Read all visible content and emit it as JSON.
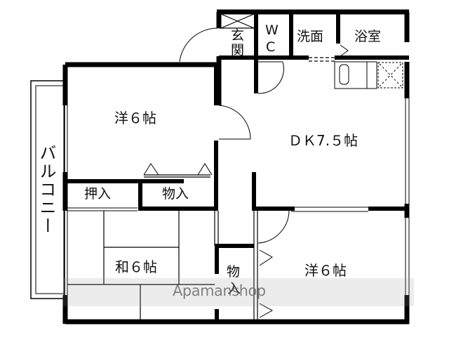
{
  "floor_plan": {
    "rooms": [
      {
        "id": "genkan",
        "label": "玄関"
      },
      {
        "id": "wc",
        "label": "WC"
      },
      {
        "id": "senmen",
        "label": "洗面"
      },
      {
        "id": "yokushitsu",
        "label": "浴室"
      },
      {
        "id": "yo6_top",
        "label": "洋６帖"
      },
      {
        "id": "dk",
        "label": "ＤＫ7.５帖"
      },
      {
        "id": "oshiire",
        "label": "押入"
      },
      {
        "id": "monoire_top",
        "label": "物入"
      },
      {
        "id": "wa6",
        "label": "和６帖"
      },
      {
        "id": "monoire_small",
        "label": "物入"
      },
      {
        "id": "yo6_bottom",
        "label": "洋６帖"
      },
      {
        "id": "balcony",
        "label": "バルコニー"
      }
    ],
    "labels": {
      "genkan": "玄関",
      "wc_w": "W",
      "wc_c": "C",
      "senmen": "洗面",
      "yokushitsu": "浴室",
      "yo6_top": "洋６帖",
      "dk": "ＤＫ7.５帖",
      "oshiire": "押入",
      "monoire_top": "物入",
      "wa6": "和６帖",
      "monoire_small_1": "物",
      "monoire_small_2": "入",
      "yo6_bottom": "洋６帖",
      "balcony": "バルコニー"
    },
    "watermark": "Apamanshop",
    "colors": {
      "wall": "#000000",
      "background": "#ffffff",
      "watermark": "#6f6f6f"
    }
  }
}
